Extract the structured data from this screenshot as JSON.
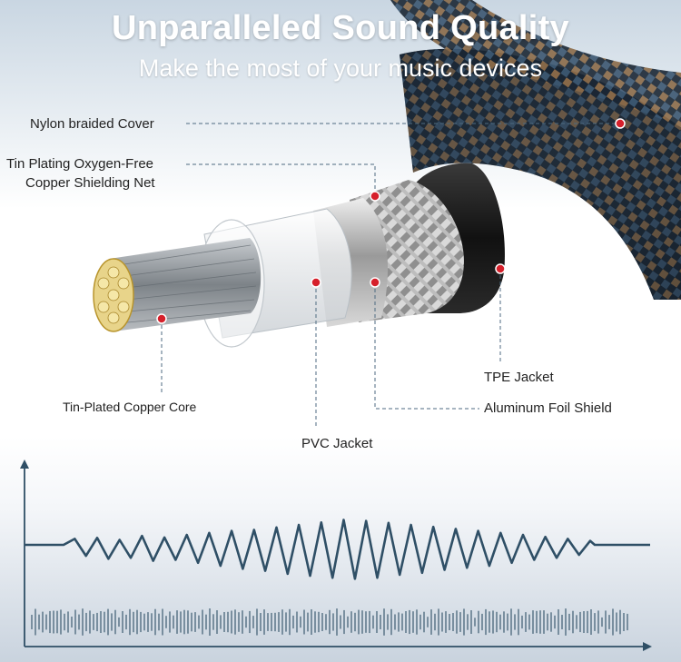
{
  "headline": {
    "title": "Unparalleled Sound Quality",
    "subtitle": "Make the most of your music devices"
  },
  "labels": {
    "nylon": "Nylon braided Cover",
    "tin_line1": "Tin Plating Oxygen-Free",
    "tin_line2": "Copper Shielding Net",
    "core": "Tin-Plated Copper Core",
    "pvc": "PVC Jacket",
    "tpe": "TPE Jacket",
    "foil": "Aluminum Foil Shield"
  },
  "colors": {
    "marker": "#d6202b",
    "leader": "#4d6a80",
    "waveform": "#2f4f66",
    "headline_text": "#ffffff"
  }
}
